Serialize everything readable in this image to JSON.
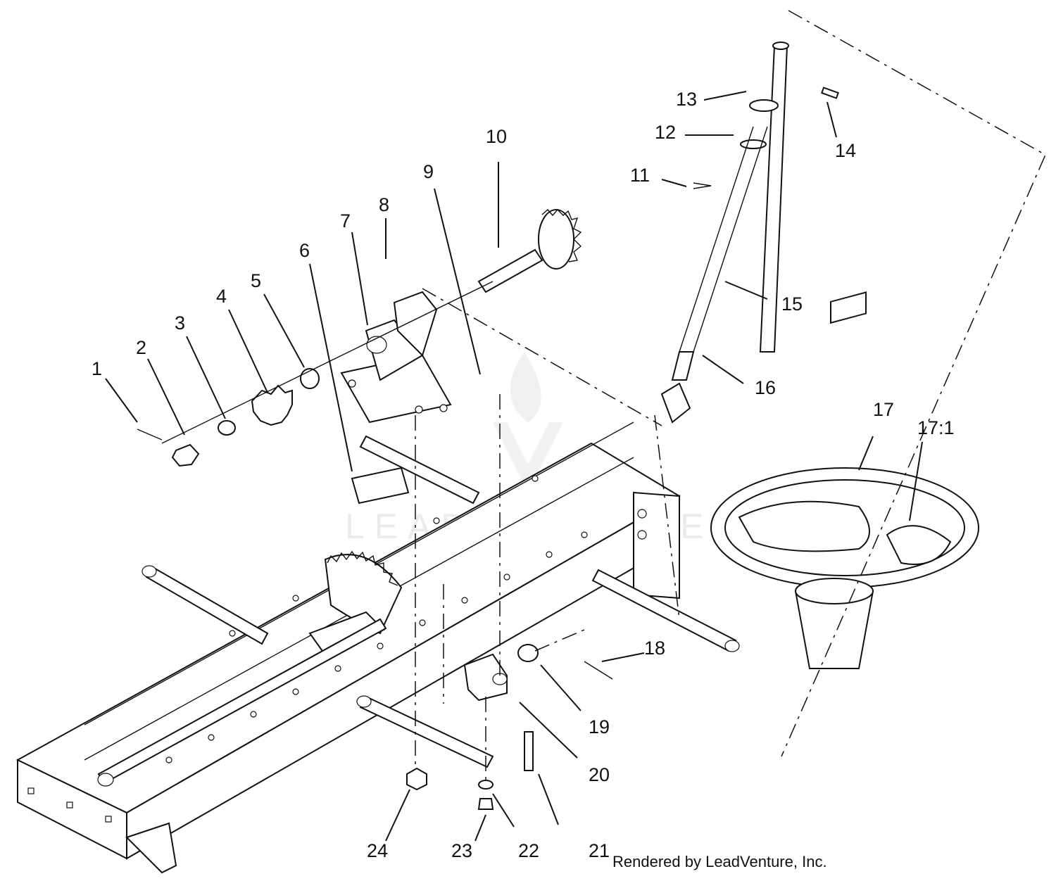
{
  "watermark": "LEADVENTURE",
  "credit": "Rendered by LeadVenture, Inc.",
  "callouts": [
    "1",
    "2",
    "3",
    "4",
    "5",
    "6",
    "7",
    "8",
    "9",
    "10",
    "11",
    "12",
    "13",
    "14",
    "15",
    "16",
    "17",
    "17:1",
    "18",
    "19",
    "20",
    "21",
    "22",
    "23",
    "24"
  ]
}
